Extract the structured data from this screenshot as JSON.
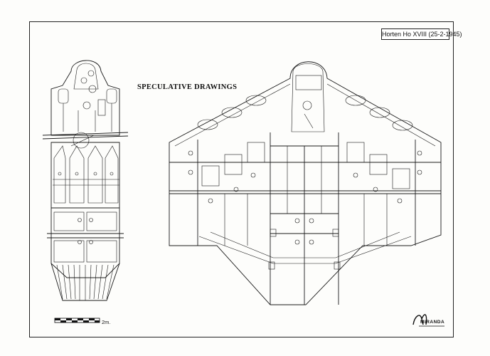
{
  "sheet": {
    "title_box": "Horten Ho XVIII (25-2-1945)",
    "heading": "SPECULATIVE DRAWINGS",
    "scale_label": "2m.",
    "signature": "MIRANDA"
  }
}
